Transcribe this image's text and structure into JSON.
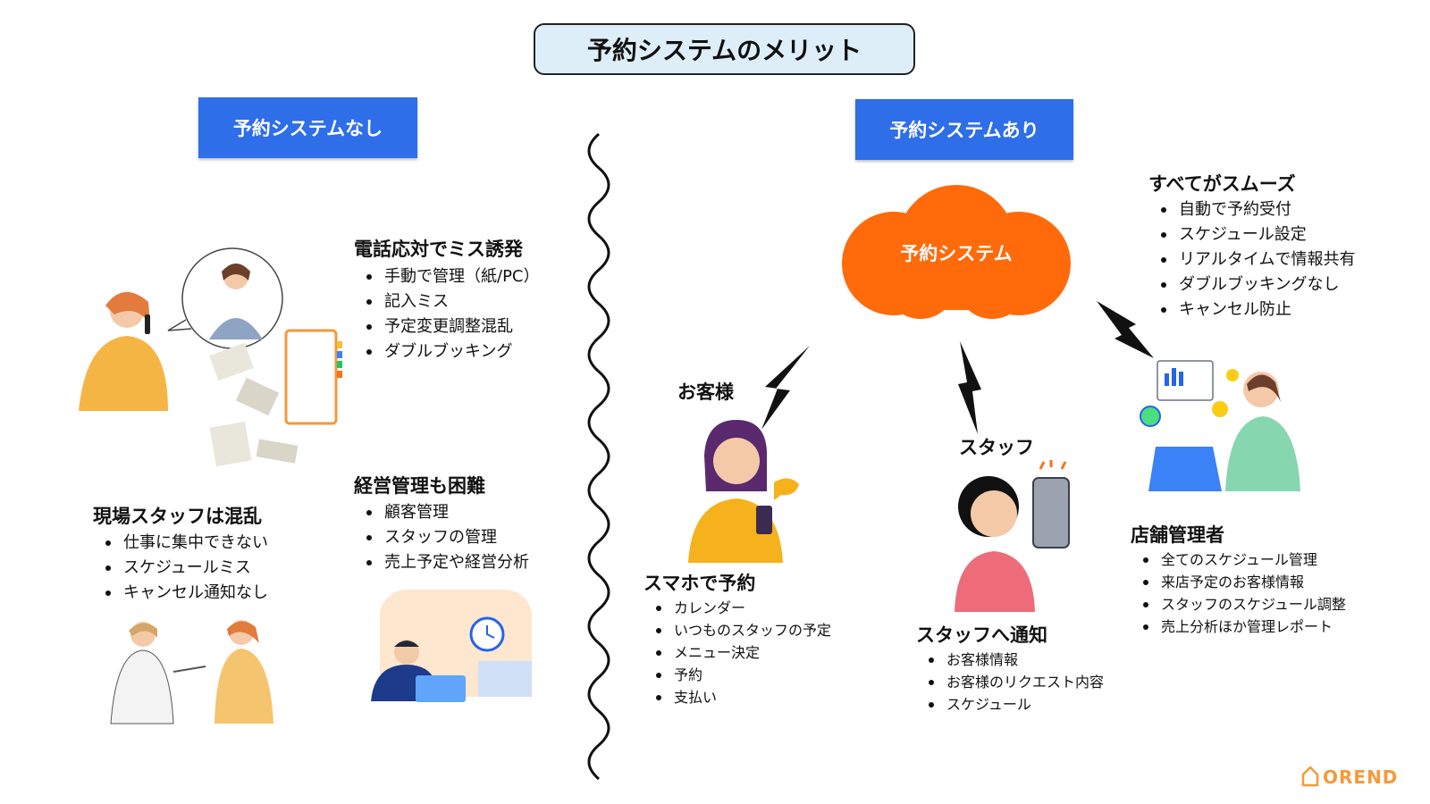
{
  "title": "予約システムのメリット",
  "left": {
    "label": "予約システムなし",
    "phone_section": {
      "heading": "電話応対でミス誘発",
      "items": [
        "手動で管理（紙/PC）",
        "記入ミス",
        "予定変更調整混乱",
        "ダブルブッキング"
      ]
    },
    "staff_section": {
      "heading": "現場スタッフは混乱",
      "items": [
        "仕事に集中できない",
        "スケジュールミス",
        "キャンセル通知なし"
      ]
    },
    "management_section": {
      "heading": "経営管理も困難",
      "items": [
        "顧客管理",
        "スタッフの管理",
        "売上予定や経営分析"
      ]
    }
  },
  "right": {
    "label": "予約システムあり",
    "cloud_label": "予約システム",
    "smooth_section": {
      "heading": "すべてがスムーズ",
      "items": [
        "自動で予約受付",
        "スケジュール設定",
        "リアルタイムで情報共有",
        "ダブルブッキングなし",
        "キャンセル防止"
      ]
    },
    "customer": {
      "role": "お客様",
      "heading": "スマホで予約",
      "items": [
        "カレンダー",
        "いつものスタッフの予定",
        "メニュー決定",
        "予約",
        "支払い"
      ]
    },
    "staff": {
      "role": "スタッフ",
      "heading": "スタッフへ通知",
      "items": [
        "お客様情報",
        "お客様のリクエスト内容",
        "スケジュール"
      ]
    },
    "manager": {
      "role": "店舗管理者",
      "items": [
        "全てのスケジュール管理",
        "来店予定のお客様情報",
        "スタッフのスケジュール調整",
        "売上分析ほか管理レポート"
      ]
    }
  },
  "brand": "OREND",
  "colors": {
    "label_blue": "#2e6ee8",
    "cloud_orange": "#ff6a0a",
    "title_bg": "#ddeef8",
    "brand_orange": "#f59a3a"
  },
  "icons": [
    "cloud-icon",
    "lightning-bolt-icon",
    "wavy-divider-icon",
    "house-logo-icon"
  ]
}
